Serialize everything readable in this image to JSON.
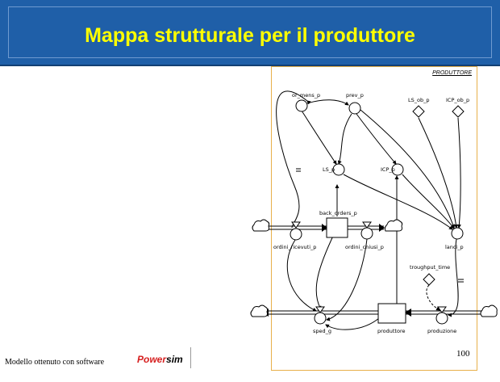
{
  "slide": {
    "title": "Mappa strutturale per il produttore",
    "footer_text": "Modello ottenuto con software",
    "logo_text_main": "Power",
    "logo_text_accent": "sim",
    "page_number": "100"
  },
  "diagram": {
    "section_label": "PRODUTTORE",
    "nodes": {
      "or_mens_p": "or_mens_p",
      "prev_p": "prev_p",
      "ls_ob_p": "LS_ob_p",
      "icp_ob_p": "ICP_ob_p",
      "ls_p": "LS_p",
      "icp_p": "ICP_p",
      "back_orders_p": "back_orders_p",
      "ordini_ricevuti_p": "ordini_ricevuti_p",
      "ordini_chiusi_p": "ordini_chiusi_p",
      "lanci_p": "lanci_p",
      "troughput_time": "troughput_time",
      "sped_g": "sped_g",
      "produttore": "produttore",
      "produzione": "produzione"
    }
  },
  "colors": {
    "header_bg": "#1f5fa8",
    "title_color": "#ffff00",
    "panel_border": "#e8b04a",
    "logo_red": "#d61f1f"
  }
}
